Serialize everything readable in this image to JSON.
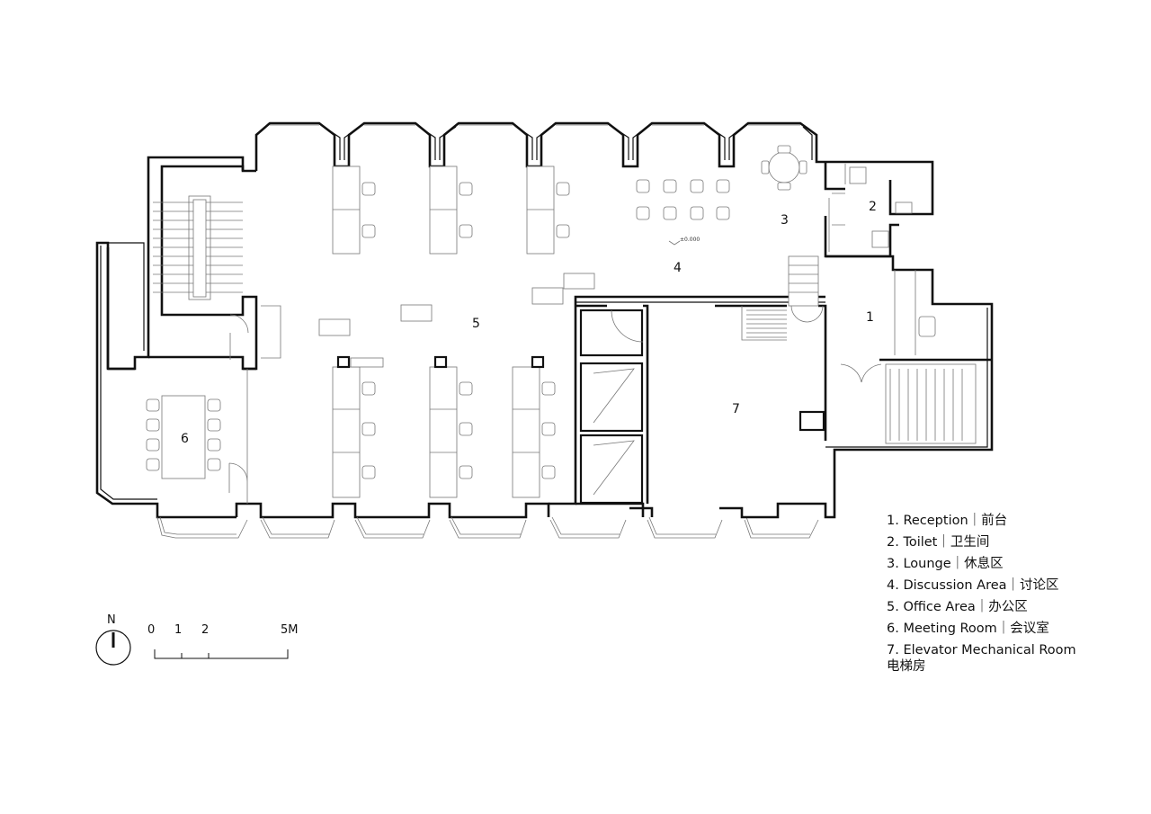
{
  "rooms": {
    "r1": "1",
    "r2": "2",
    "r3": "3",
    "r4": "4",
    "r5": "5",
    "r6": "6",
    "r7": "7"
  },
  "level_mark": "±0.000",
  "legend": [
    {
      "label": "1. Reception｜前台"
    },
    {
      "label": "2. Toilet｜卫生间"
    },
    {
      "label": "3. Lounge｜休息区"
    },
    {
      "label": "4. Discussion Area｜讨论区"
    },
    {
      "label": "5. Office Area｜办公区"
    },
    {
      "label": "6. Meeting Room｜会议室"
    },
    {
      "label": "7. Elevator Mechanical Room",
      "sub": "电梯房"
    }
  ],
  "north": "N",
  "scale": {
    "ticks": [
      "0",
      "1",
      "2",
      "5M"
    ]
  },
  "colors": {
    "line": "#111111",
    "furniture": "#777777",
    "background": "#ffffff"
  }
}
